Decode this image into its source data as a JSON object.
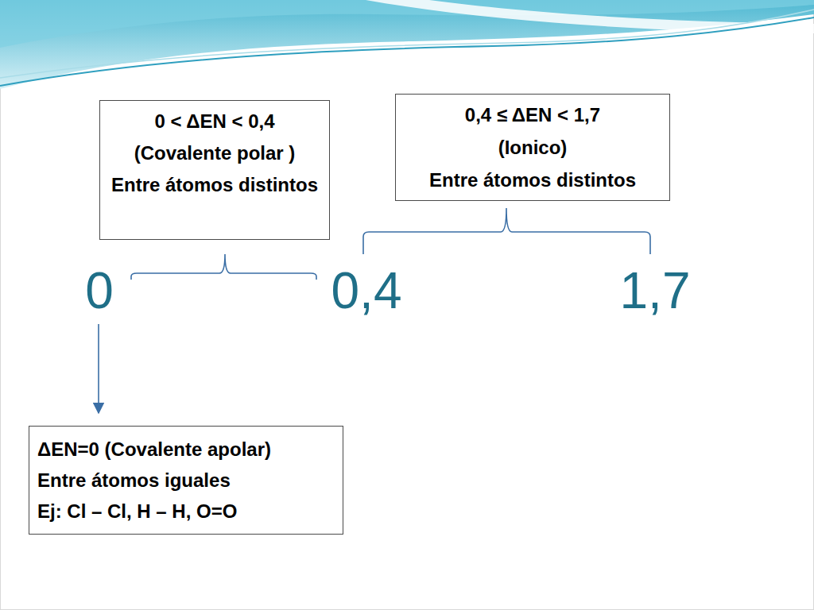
{
  "diagram": {
    "nodes": [
      {
        "text": [
          "0 < ΔEN < 0,4",
          "(Covalente polar )",
          "Entre átomos distintos"
        ]
      },
      {
        "text": [
          "0,4  ≤  ΔEN < 1,7",
          "(Ionico)",
          "Entre átomos distintos"
        ]
      },
      {
        "text": [
          "ΔEN=0 (Covalente apolar)",
          "Entre átomos iguales",
          "Ej: Cl – Cl,  H – H,  O=O"
        ]
      }
    ],
    "labels": [
      "0",
      "0,4",
      "1,7"
    ]
  }
}
